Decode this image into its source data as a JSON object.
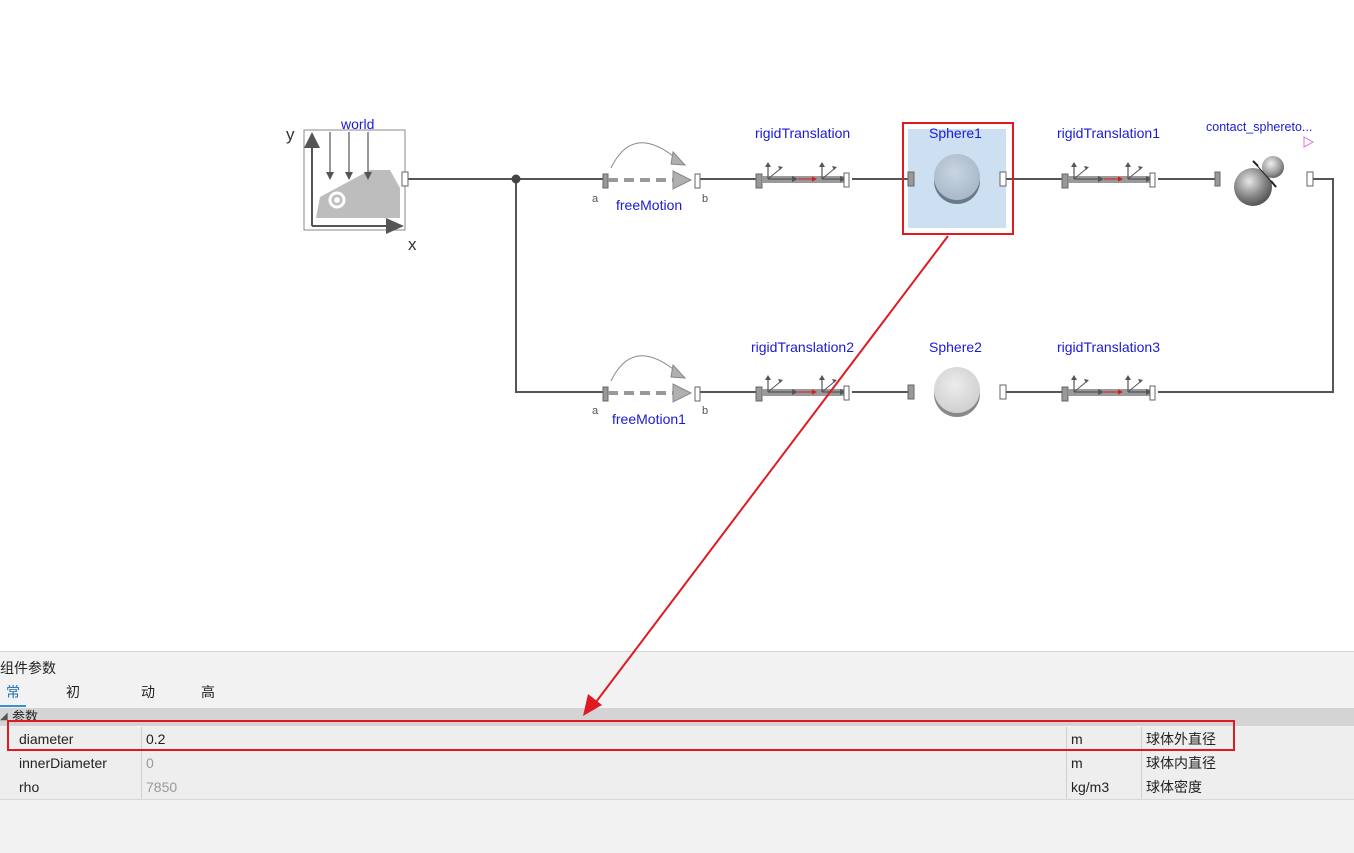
{
  "diagram": {
    "world": {
      "label": "world",
      "axis_x": "x",
      "axis_y": "y"
    },
    "top_row": {
      "free_motion": {
        "label": "freeMotion",
        "port_a": "a",
        "port_b": "b"
      },
      "rigid_translation": {
        "label": "rigidTranslation"
      },
      "sphere": {
        "label": "Sphere1",
        "selected": true
      },
      "rigid_translation_1": {
        "label": "rigidTranslation1"
      },
      "contact": {
        "label": "contact_sphereto..."
      }
    },
    "bottom_row": {
      "free_motion": {
        "label": "freeMotion1",
        "port_a": "a",
        "port_b": "b"
      },
      "rigid_translation": {
        "label": "rigidTranslation2"
      },
      "sphere": {
        "label": "Sphere2"
      },
      "rigid_translation_3": {
        "label": "rigidTranslation3"
      }
    },
    "colors": {
      "label": "#1a1ad8",
      "selection": "#e01a22",
      "selection_fill": "#cde0f2"
    }
  },
  "panel": {
    "title": "组件参数",
    "tabs": [
      {
        "label": "常规",
        "active": true
      },
      {
        "label": "初始化",
        "active": false
      },
      {
        "label": "动画",
        "active": false
      },
      {
        "label": "高级",
        "active": false
      }
    ],
    "section": "参数",
    "rows": [
      {
        "name": "diameter",
        "value": "0.2",
        "unit": "m",
        "desc": "球体外直径",
        "muted": false
      },
      {
        "name": "innerDiameter",
        "value": "0",
        "unit": "m",
        "desc": "球体内直径",
        "muted": true
      },
      {
        "name": "rho",
        "value": "7850",
        "unit": "kg/m3",
        "desc": "球体密度",
        "muted": true
      }
    ]
  }
}
